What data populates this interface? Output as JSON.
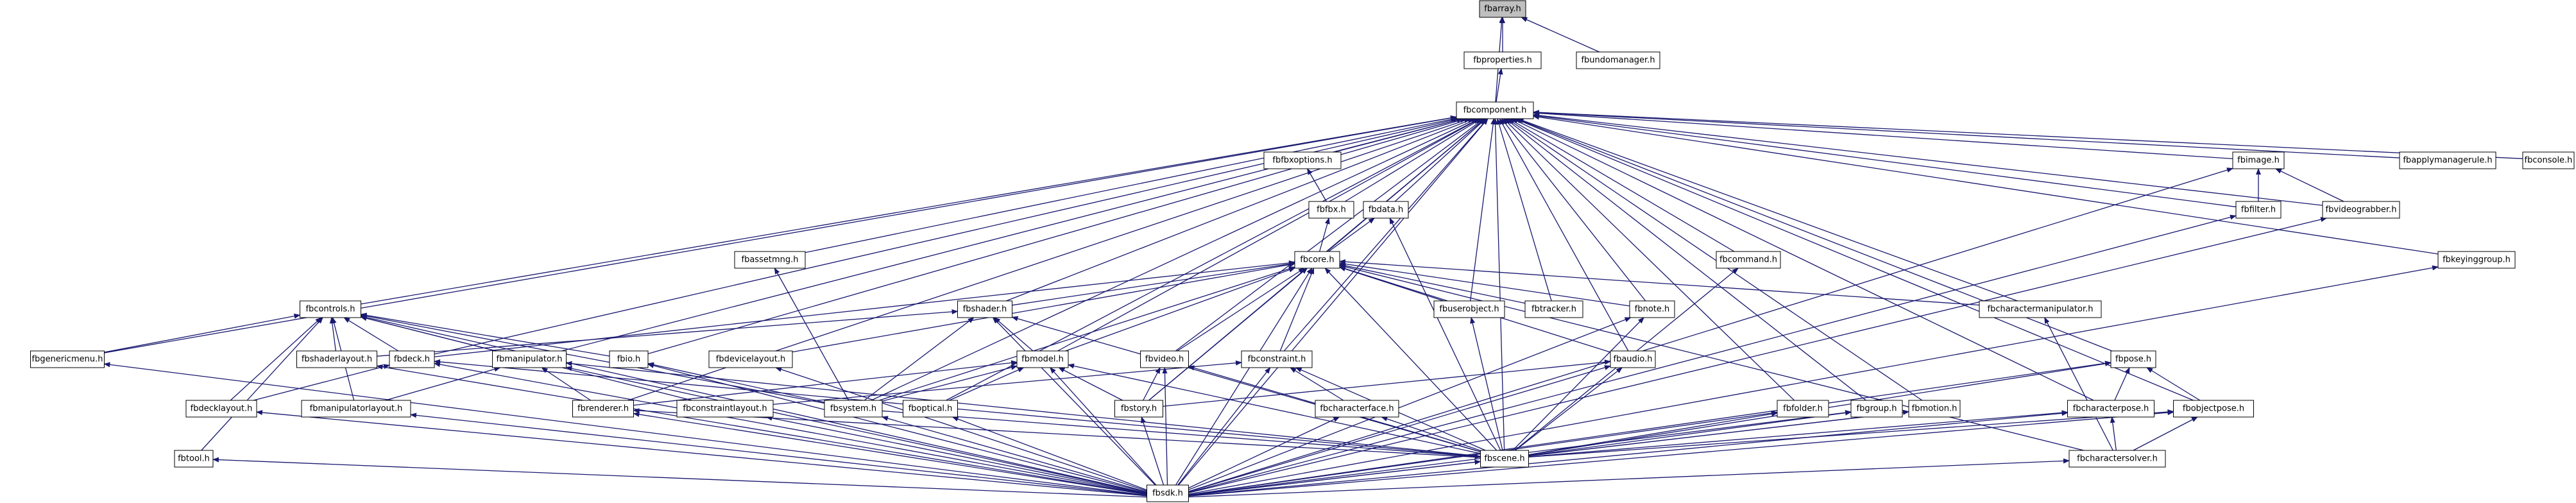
{
  "colors": {
    "node_fill": "#ffffff",
    "focus_fill": "#bfbfbf",
    "border_default": "#000000",
    "border_truncated": "#ff0000",
    "edge": "#191970"
  },
  "nodes": {
    "fbarray": {
      "label": "fbarray.h",
      "focus": true
    },
    "fbproperties": {
      "label": "fbproperties.h"
    },
    "fbundomanager": {
      "label": "fbundomanager.h"
    },
    "fbcomponent": {
      "label": "fbcomponent.h"
    },
    "fbfbxoptions": {
      "label": "fbfbxoptions.h"
    },
    "fbimage": {
      "label": "fbimage.h"
    },
    "fbapplymanagerule": {
      "label": "fbapplymanagerule.h"
    },
    "fbconsole": {
      "label": "fbconsole.h"
    },
    "fbfbx": {
      "label": "fbfbx.h"
    },
    "fbdata": {
      "label": "fbdata.h"
    },
    "fbfilter": {
      "label": "fbfilter.h"
    },
    "fbvideograbber": {
      "label": "fbvideograbber.h"
    },
    "fbassetmng": {
      "label": "fbassetmng.h"
    },
    "fbcore": {
      "label": "fbcore.h"
    },
    "fbcommand": {
      "label": "fbcommand.h"
    },
    "fbkeyinggroup": {
      "label": "fbkeyinggroup.h",
      "truncated": true
    },
    "fbcontrols": {
      "label": "fbcontrols.h",
      "truncated": true
    },
    "fbshader": {
      "label": "fbshader.h"
    },
    "fbuserobject": {
      "label": "fbuserobject.h"
    },
    "fbtracker": {
      "label": "fbtracker.h"
    },
    "fbnote": {
      "label": "fbnote.h"
    },
    "fbcharactermanipulator": {
      "label": "fbcharactermanipulator.h"
    },
    "fbgenericmenu": {
      "label": "fbgenericmenu.h"
    },
    "fbshaderlayout": {
      "label": "fbshaderlayout.h"
    },
    "fbdeck": {
      "label": "fbdeck.h"
    },
    "fbmanipulator": {
      "label": "fbmanipulator.h"
    },
    "fbio": {
      "label": "fbio.h"
    },
    "fbdevicelayout": {
      "label": "fbdevicelayout.h"
    },
    "fbmodel": {
      "label": "fbmodel.h",
      "truncated": true
    },
    "fbvideo": {
      "label": "fbvideo.h"
    },
    "fbconstraint": {
      "label": "fbconstraint.h",
      "truncated": true
    },
    "fbaudio": {
      "label": "fbaudio.h"
    },
    "fbpose": {
      "label": "fbpose.h"
    },
    "fbdecklayout": {
      "label": "fbdecklayout.h"
    },
    "fbmanipulatorlayout": {
      "label": "fbmanipulatorlayout.h"
    },
    "fbrenderer": {
      "label": "fbrenderer.h"
    },
    "fbconstraintlayout": {
      "label": "fbconstraintlayout.h"
    },
    "fbsystem": {
      "label": "fbsystem.h"
    },
    "fboptical": {
      "label": "fboptical.h"
    },
    "fbstory": {
      "label": "fbstory.h"
    },
    "fbcharacterface": {
      "label": "fbcharacterface.h"
    },
    "fbfolder": {
      "label": "fbfolder.h"
    },
    "fbgroup": {
      "label": "fbgroup.h"
    },
    "fbmotion": {
      "label": "fbmotion.h"
    },
    "fbcharacterpose": {
      "label": "fbcharacterpose.h"
    },
    "fbobjectpose": {
      "label": "fbobjectpose.h"
    },
    "fbtool": {
      "label": "fbtool.h"
    },
    "fbscene": {
      "label": "fbscene.h"
    },
    "fbcharactersolver": {
      "label": "fbcharactersolver.h"
    },
    "fbsdk": {
      "label": "fbsdk.h"
    }
  },
  "edges": [
    [
      "fbproperties",
      "fbarray"
    ],
    [
      "fbcomponent",
      "fbarray"
    ],
    [
      "fbundomanager",
      "fbarray"
    ],
    [
      "fbcomponent",
      "fbproperties"
    ],
    [
      "fbfbxoptions",
      "fbcomponent"
    ],
    [
      "fbimage",
      "fbcomponent"
    ],
    [
      "fbapplymanagerule",
      "fbcomponent"
    ],
    [
      "fbconsole",
      "fbcomponent"
    ],
    [
      "fbfbx",
      "fbcomponent"
    ],
    [
      "fbdata",
      "fbcomponent"
    ],
    [
      "fbfilter",
      "fbcomponent"
    ],
    [
      "fbvideograbber",
      "fbcomponent"
    ],
    [
      "fbassetmng",
      "fbcomponent"
    ],
    [
      "fbcore",
      "fbcomponent"
    ],
    [
      "fbcommand",
      "fbcomponent"
    ],
    [
      "fbkeyinggroup",
      "fbcomponent"
    ],
    [
      "fbcontrols",
      "fbcomponent"
    ],
    [
      "fbshader",
      "fbcomponent"
    ],
    [
      "fbuserobject",
      "fbcomponent"
    ],
    [
      "fbtracker",
      "fbcomponent"
    ],
    [
      "fbnote",
      "fbcomponent"
    ],
    [
      "fbcharactermanipulator",
      "fbcomponent"
    ],
    [
      "fbgenericmenu",
      "fbcomponent"
    ],
    [
      "fbdeck",
      "fbcomponent"
    ],
    [
      "fbmanipulator",
      "fbcomponent"
    ],
    [
      "fbio",
      "fbcomponent"
    ],
    [
      "fbmodel",
      "fbcomponent"
    ],
    [
      "fbvideo",
      "fbcomponent"
    ],
    [
      "fbconstraint",
      "fbcomponent"
    ],
    [
      "fbaudio",
      "fbcomponent"
    ],
    [
      "fbpose",
      "fbcomponent"
    ],
    [
      "fbrenderer",
      "fbcomponent"
    ],
    [
      "fbsystem",
      "fbcomponent"
    ],
    [
      "fboptical",
      "fbcomponent"
    ],
    [
      "fbstory",
      "fbcomponent"
    ],
    [
      "fbfolder",
      "fbcomponent"
    ],
    [
      "fbgroup",
      "fbcomponent"
    ],
    [
      "fbmotion",
      "fbcomponent"
    ],
    [
      "fbcharacterpose",
      "fbcomponent"
    ],
    [
      "fbobjectpose",
      "fbcomponent"
    ],
    [
      "fbscene",
      "fbcomponent"
    ],
    [
      "fbsdk",
      "fbcomponent"
    ],
    [
      "fbfbx",
      "fbfbxoptions"
    ],
    [
      "fbcore",
      "fbfbx"
    ],
    [
      "fbcore",
      "fbdata"
    ],
    [
      "fbfilter",
      "fbimage"
    ],
    [
      "fbvideograbber",
      "fbimage"
    ],
    [
      "fbsdk",
      "fbimage"
    ],
    [
      "fbsdk",
      "fbfilter"
    ],
    [
      "fbsdk",
      "fbvideograbber"
    ],
    [
      "fbsdk",
      "fbkeyinggroup"
    ],
    [
      "fbsystem",
      "fbassetmng"
    ],
    [
      "fbscene",
      "fbcommand"
    ],
    [
      "fbscene",
      "fbdata"
    ],
    [
      "fbshader",
      "fbcore"
    ],
    [
      "fbuserobject",
      "fbcore"
    ],
    [
      "fbtracker",
      "fbcore"
    ],
    [
      "fbnote",
      "fbcore"
    ],
    [
      "fbcharactermanipulator",
      "fbcore"
    ],
    [
      "fbmodel",
      "fbcore"
    ],
    [
      "fbvideo",
      "fbcore"
    ],
    [
      "fbconstraint",
      "fbcore"
    ],
    [
      "fbaudio",
      "fbcore"
    ],
    [
      "fbdevicelayout",
      "fbcore"
    ],
    [
      "fbsystem",
      "fbcore"
    ],
    [
      "fbstory",
      "fbcore"
    ],
    [
      "fbscene",
      "fbcore"
    ],
    [
      "fbsdk",
      "fbcore"
    ],
    [
      "fbcharactersolver",
      "fbcore"
    ],
    [
      "fbdeck",
      "fbcore"
    ],
    [
      "fbgenericmenu",
      "fbcontrols"
    ],
    [
      "fbshaderlayout",
      "fbcontrols"
    ],
    [
      "fbdeck",
      "fbcontrols"
    ],
    [
      "fbmanipulator",
      "fbcontrols"
    ],
    [
      "fbio",
      "fbcontrols"
    ],
    [
      "fbdecklayout",
      "fbcontrols"
    ],
    [
      "fbmanipulatorlayout",
      "fbcontrols"
    ],
    [
      "fbconstraintlayout",
      "fbcontrols"
    ],
    [
      "fbtool",
      "fbcontrols"
    ],
    [
      "fbsdk",
      "fbcontrols"
    ],
    [
      "fbsystem",
      "fbcontrols"
    ],
    [
      "fbshaderlayout",
      "fbshader"
    ],
    [
      "fbmodel",
      "fbshader"
    ],
    [
      "fbsystem",
      "fbshader"
    ],
    [
      "fbscene",
      "fbshader"
    ],
    [
      "fbsdk",
      "fbshader"
    ],
    [
      "fbscene",
      "fbuserobject"
    ],
    [
      "fbscene",
      "fbnote"
    ],
    [
      "fbsdk",
      "fbnote"
    ],
    [
      "fbcharactersolver",
      "fbcharactermanipulator"
    ],
    [
      "fbdecklayout",
      "fbdeck"
    ],
    [
      "fbsdk",
      "fbdeck"
    ],
    [
      "fbscene",
      "fbdeck"
    ],
    [
      "fbmanipulatorlayout",
      "fbmanipulator"
    ],
    [
      "fbrenderer",
      "fbmanipulator"
    ],
    [
      "fbsdk",
      "fbmanipulator"
    ],
    [
      "fbscene",
      "fbmanipulator"
    ],
    [
      "fbsystem",
      "fbio"
    ],
    [
      "fbsdk",
      "fbio"
    ],
    [
      "fbsdk",
      "fbdevicelayout"
    ],
    [
      "fbrenderer",
      "fbmodel"
    ],
    [
      "fbsystem",
      "fbmodel"
    ],
    [
      "fboptical",
      "fbmodel"
    ],
    [
      "fbstory",
      "fbmodel"
    ],
    [
      "fbscene",
      "fbmodel"
    ],
    [
      "fbsdk",
      "fbmodel"
    ],
    [
      "fbstory",
      "fbvideo"
    ],
    [
      "fbscene",
      "fbvideo"
    ],
    [
      "fbsdk",
      "fbvideo"
    ],
    [
      "fbconstraintlayout",
      "fbconstraint"
    ],
    [
      "fbcharacterface",
      "fbconstraint"
    ],
    [
      "fbscene",
      "fbconstraint"
    ],
    [
      "fbsdk",
      "fbconstraint"
    ],
    [
      "fbscene",
      "fbaudio"
    ],
    [
      "fbsdk",
      "fbaudio"
    ],
    [
      "fbstory",
      "fbaudio"
    ],
    [
      "fbcharacterpose",
      "fbpose"
    ],
    [
      "fbobjectpose",
      "fbpose"
    ],
    [
      "fbscene",
      "fbpose"
    ],
    [
      "fbsdk",
      "fbpose"
    ],
    [
      "fbsdk",
      "fbdecklayout"
    ],
    [
      "fbsdk",
      "fbmanipulatorlayout"
    ],
    [
      "fbsdk",
      "fbrenderer"
    ],
    [
      "fbscene",
      "fbrenderer"
    ],
    [
      "fbsdk",
      "fbconstraintlayout"
    ],
    [
      "fbsdk",
      "fbsystem"
    ],
    [
      "fbsdk",
      "fboptical"
    ],
    [
      "fbsdk",
      "fbstory"
    ],
    [
      "fbscene",
      "fbcharacterface"
    ],
    [
      "fbsdk",
      "fbcharacterface"
    ],
    [
      "fbscene",
      "fbfolder"
    ],
    [
      "fbsdk",
      "fbfolder"
    ],
    [
      "fbscene",
      "fbgroup"
    ],
    [
      "fbsdk",
      "fbgroup"
    ],
    [
      "fbscene",
      "fbmotion"
    ],
    [
      "fbsdk",
      "fbmotion"
    ],
    [
      "fbscene",
      "fbcharacterpose"
    ],
    [
      "fbsdk",
      "fbcharacterpose"
    ],
    [
      "fbcharactersolver",
      "fbcharacterpose"
    ],
    [
      "fbscene",
      "fbobjectpose"
    ],
    [
      "fbsdk",
      "fbobjectpose"
    ],
    [
      "fbcharactersolver",
      "fbobjectpose"
    ],
    [
      "fbsdk",
      "fbtool"
    ],
    [
      "fbsdk",
      "fbscene"
    ],
    [
      "fbsdk",
      "fbcharactersolver"
    ],
    [
      "fbsdk",
      "fbgenericmenu"
    ],
    [
      "fbsdk",
      "fbshaderlayout"
    ],
    [
      "fbsystem",
      "fbscene"
    ]
  ]
}
